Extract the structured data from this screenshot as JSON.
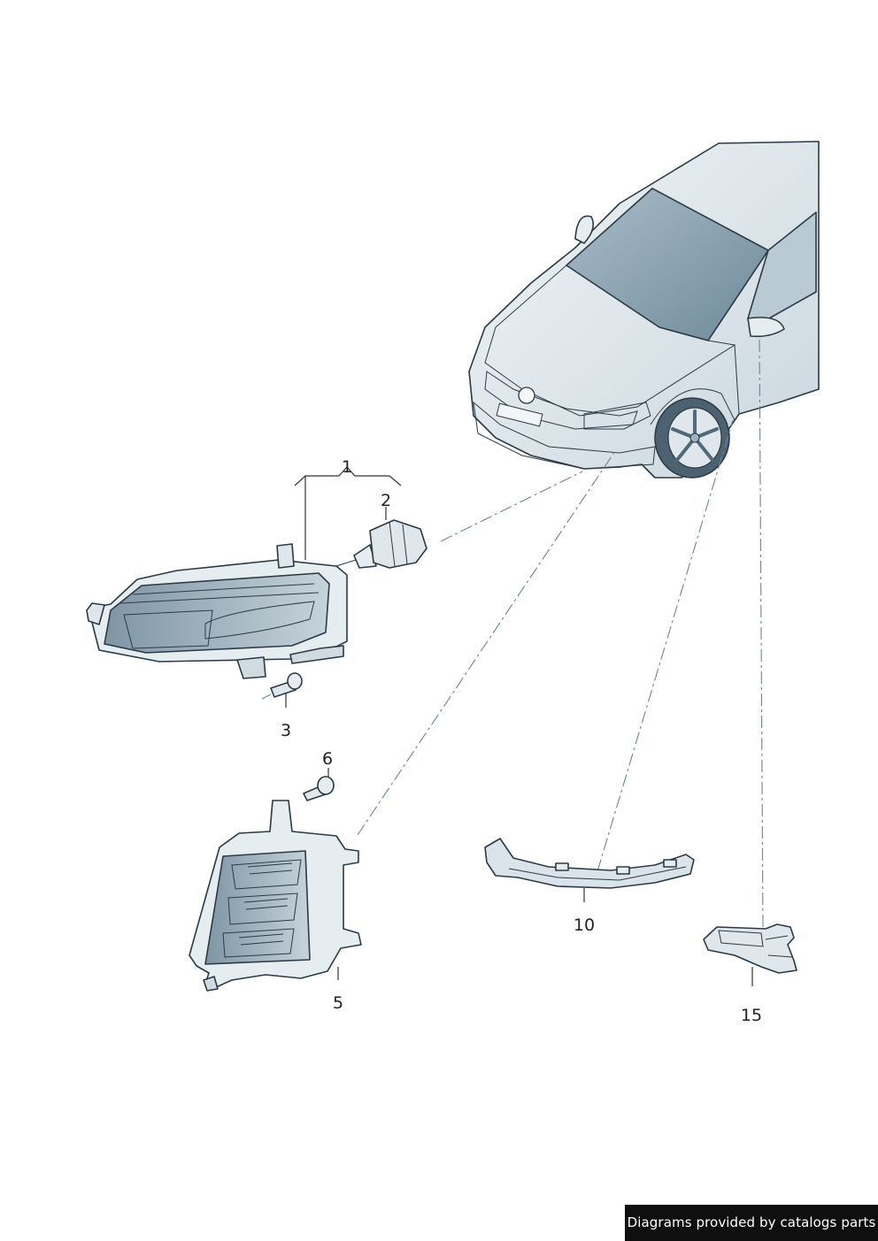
{
  "callouts": {
    "c1": "1",
    "c2": "2",
    "c3": "3",
    "c5": "5",
    "c6": "6",
    "c10": "10",
    "c15": "15"
  },
  "credit": "Diagrams provided by catalogs parts",
  "colors": {
    "part_fill": "#e6edf1",
    "part_shade": "#9fb3bf",
    "glass_dark": "#7f98a8",
    "outline": "#2b3a44",
    "leader_dash": "#6b8494",
    "credit_bg": "#0f0f10"
  }
}
